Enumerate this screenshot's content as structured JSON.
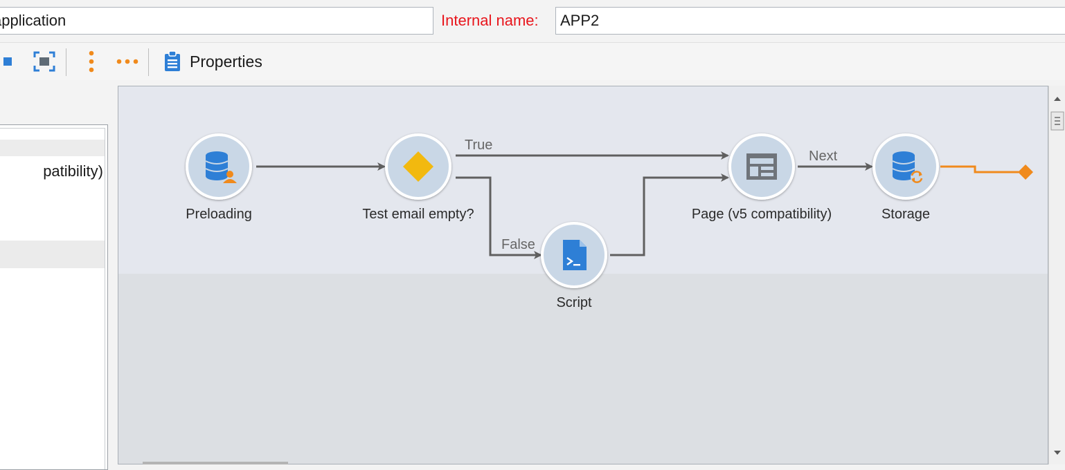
{
  "form": {
    "label_value": "application",
    "internal_name_label": "Internal name:",
    "internal_name_value": "APP2"
  },
  "toolbar": {
    "properties_label": "Properties",
    "icons": [
      "stop-icon",
      "fit-to-screen-icon",
      "vertical-layout-icon",
      "horizontal-layout-icon",
      "properties-clipboard-icon"
    ]
  },
  "left_panel": {
    "rows": [
      {
        "label": "patibility)"
      }
    ]
  },
  "workflow": {
    "nodes": [
      {
        "id": "preloading",
        "label": "Preloading",
        "icon": "database-user-icon"
      },
      {
        "id": "test",
        "label": "Test email empty?",
        "icon": "diamond-test-icon"
      },
      {
        "id": "script",
        "label": "Script",
        "icon": "script-file-icon"
      },
      {
        "id": "page",
        "label": "Page (v5 compatibility)",
        "icon": "page-layout-icon"
      },
      {
        "id": "storage",
        "label": "Storage",
        "icon": "database-sync-icon"
      }
    ],
    "edges": [
      {
        "from": "preloading",
        "to": "test",
        "label": ""
      },
      {
        "from": "test",
        "to": "page",
        "label": "True"
      },
      {
        "from": "test",
        "to": "script",
        "label": "False"
      },
      {
        "from": "script",
        "to": "page",
        "label": ""
      },
      {
        "from": "page",
        "to": "storage",
        "label": "Next"
      },
      {
        "from": "storage",
        "to": "end",
        "label": ""
      }
    ],
    "colors": {
      "node_fill": "#c9d7e6",
      "node_border": "#ffffff",
      "edge": "#5f5f5f",
      "accent_orange": "#f08a1c",
      "blue_icon": "#2e7fd6",
      "yellow_diamond": "#f2b90f"
    }
  }
}
